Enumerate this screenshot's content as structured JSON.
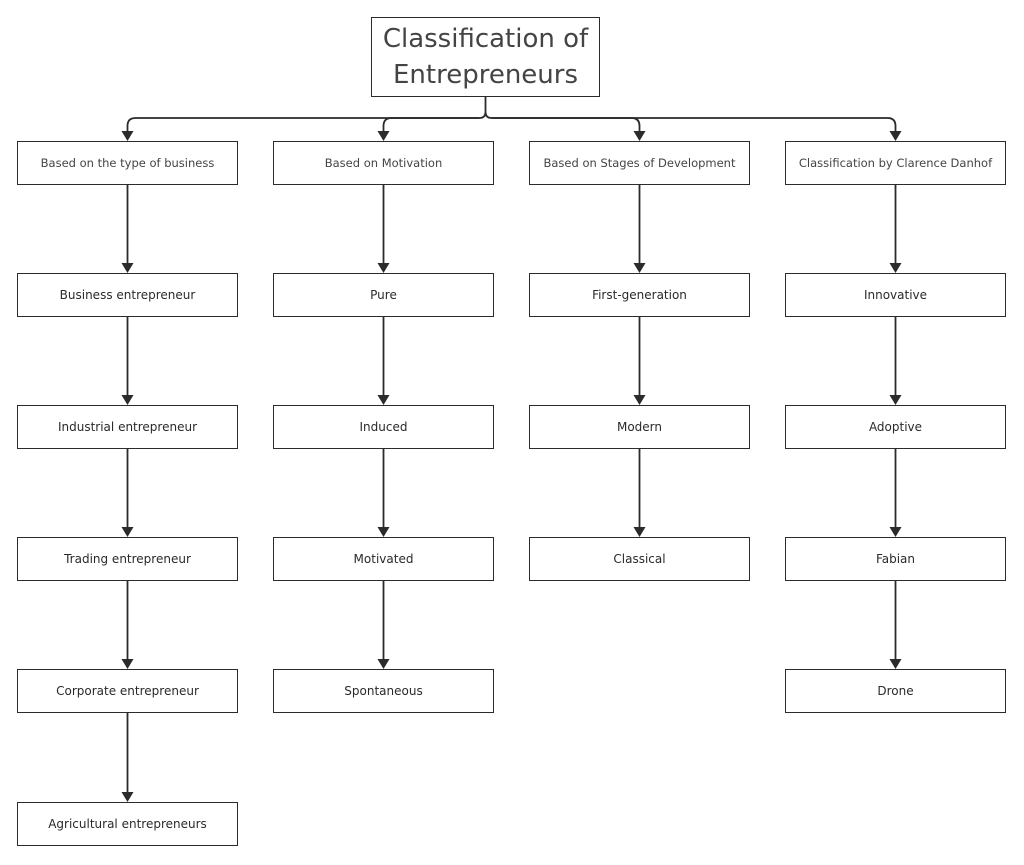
{
  "title": "Classification of Entrepreneurs",
  "columns": [
    {
      "category": "Based on the type of business",
      "items": [
        "Business entrepreneur",
        "Industrial entrepreneur",
        "Trading entrepreneur",
        "Corporate entrepreneur",
        "Agricultural entrepreneurs"
      ]
    },
    {
      "category": "Based on Motivation",
      "items": [
        "Pure",
        "Induced",
        "Motivated",
        "Spontaneous"
      ]
    },
    {
      "category": "Based on Stages of Development",
      "items": [
        "First-generation",
        "Modern",
        "Classical"
      ]
    },
    {
      "category": "Classification by Clarence Danhof",
      "items": [
        "Innovative",
        "Adoptive",
        "Fabian",
        "Drone"
      ]
    }
  ],
  "colors": {
    "stroke": "#2b2b2b",
    "text": "#333333"
  }
}
